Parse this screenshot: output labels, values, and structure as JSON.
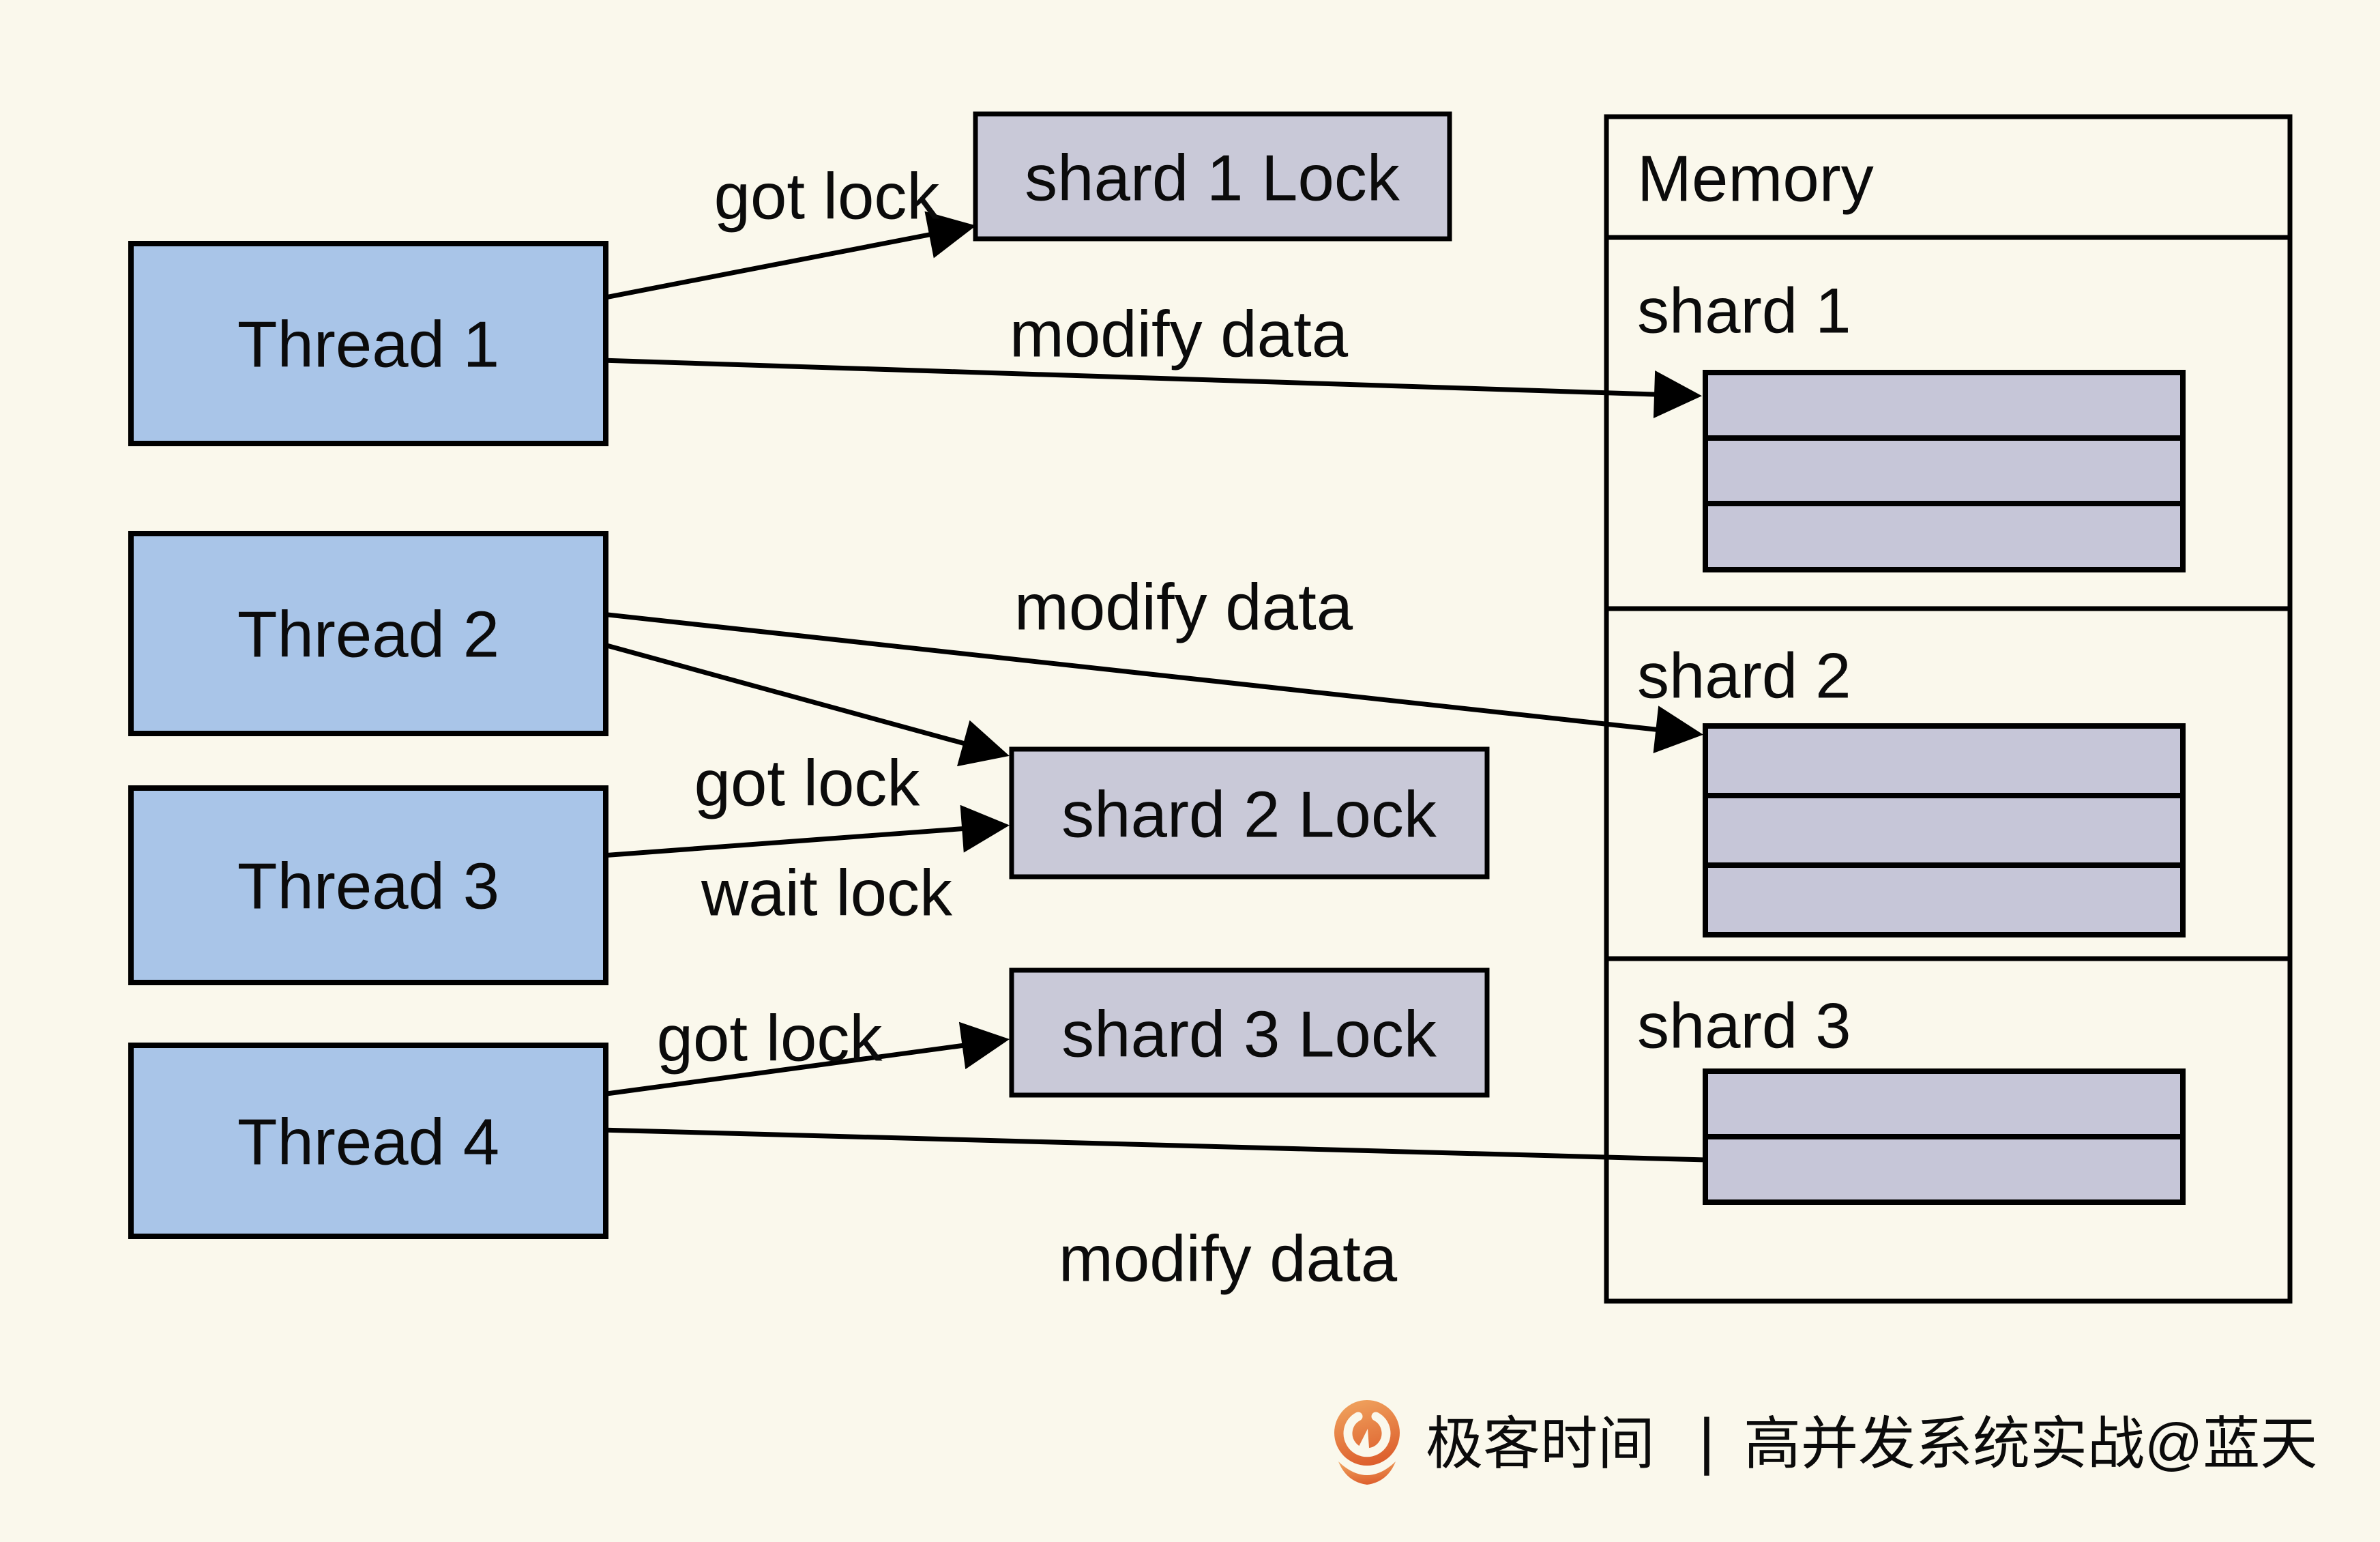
{
  "diagram": {
    "threads": [
      {
        "label": "Thread 1"
      },
      {
        "label": "Thread 2"
      },
      {
        "label": "Thread 3"
      },
      {
        "label": "Thread 4"
      }
    ],
    "locks": [
      {
        "label": "shard 1 Lock"
      },
      {
        "label": "shard 2 Lock"
      },
      {
        "label": "shard 3 Lock"
      }
    ],
    "memory": {
      "title": "Memory",
      "shards": [
        {
          "label": "shard 1",
          "rows": 3
        },
        {
          "label": "shard 2",
          "rows": 3
        },
        {
          "label": "shard 3",
          "rows": 2
        }
      ]
    },
    "edge_labels": {
      "t1_got_lock": "got lock",
      "t1_modify_data": "modify data",
      "t2_modify_data": "modify data",
      "t2_got_lock": "got lock",
      "t3_wait_lock": "wait lock",
      "t4_got_lock": "got lock",
      "t4_modify_data": "modify data"
    }
  },
  "watermark": {
    "brand": "极客时间",
    "divider": "|",
    "credit": "高并发系统实战@蓝天"
  },
  "colors": {
    "background": "#FAF8EC",
    "thread_fill": "#A9C5E8",
    "lock_fill": "#C9C9D8",
    "row_fill": "#C6C6D8",
    "line": "#000000",
    "brand_text": "#4D4D4D",
    "credit_text": "#ACACAC",
    "divider_gray": "#C9C9C9",
    "logo_orange_light": "#F0A35E",
    "logo_orange_dark": "#DD5F2D"
  }
}
